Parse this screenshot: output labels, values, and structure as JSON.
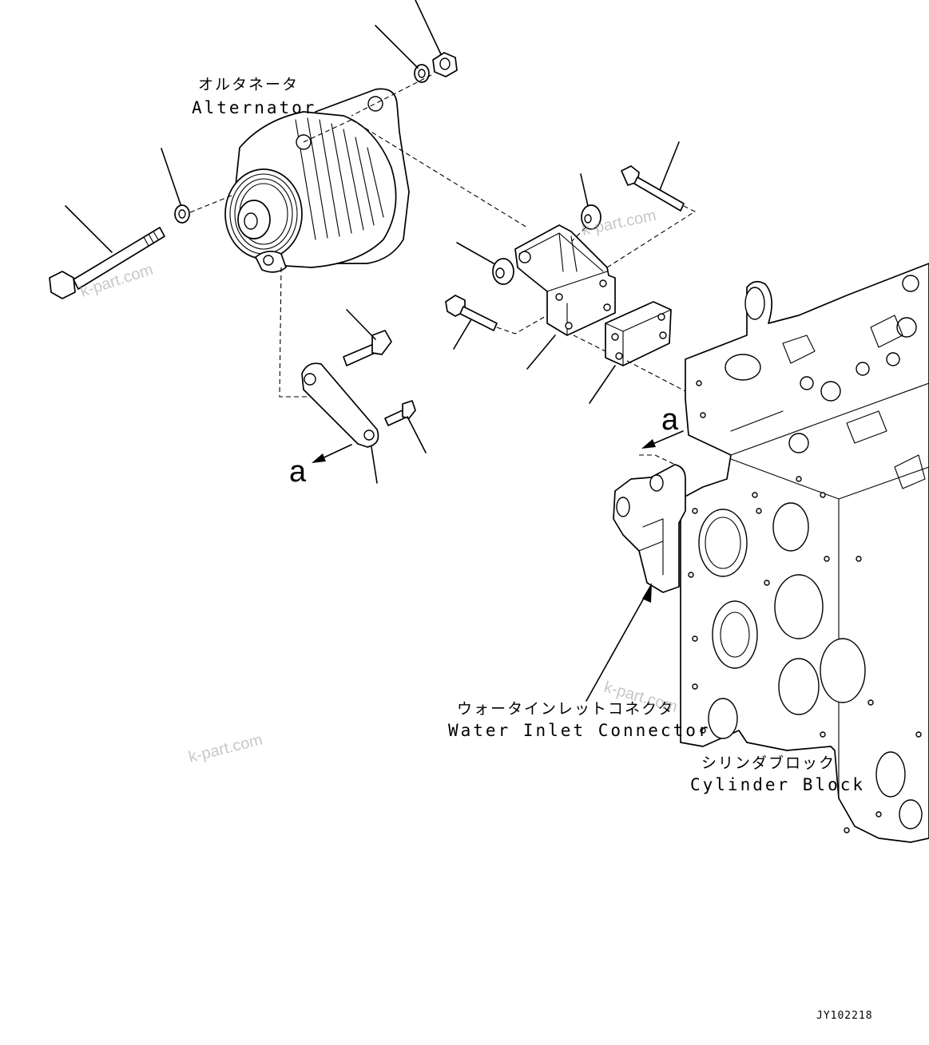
{
  "labels": {
    "alternator_jp": "オルタネータ",
    "alternator_en": "Alternator",
    "water_inlet_jp": "ウォータインレットコネクタ",
    "water_inlet_en": "Water Inlet Connector",
    "cylinder_block_jp": "シリンダブロック",
    "cylinder_block_en": "Cylinder Block",
    "arrow_a_1": "a",
    "arrow_a_2": "a"
  },
  "watermarks": [
    "k-part.com",
    "k-part.com",
    "k-part.com",
    "k-part.com"
  ],
  "drawing_code": "JY102218"
}
